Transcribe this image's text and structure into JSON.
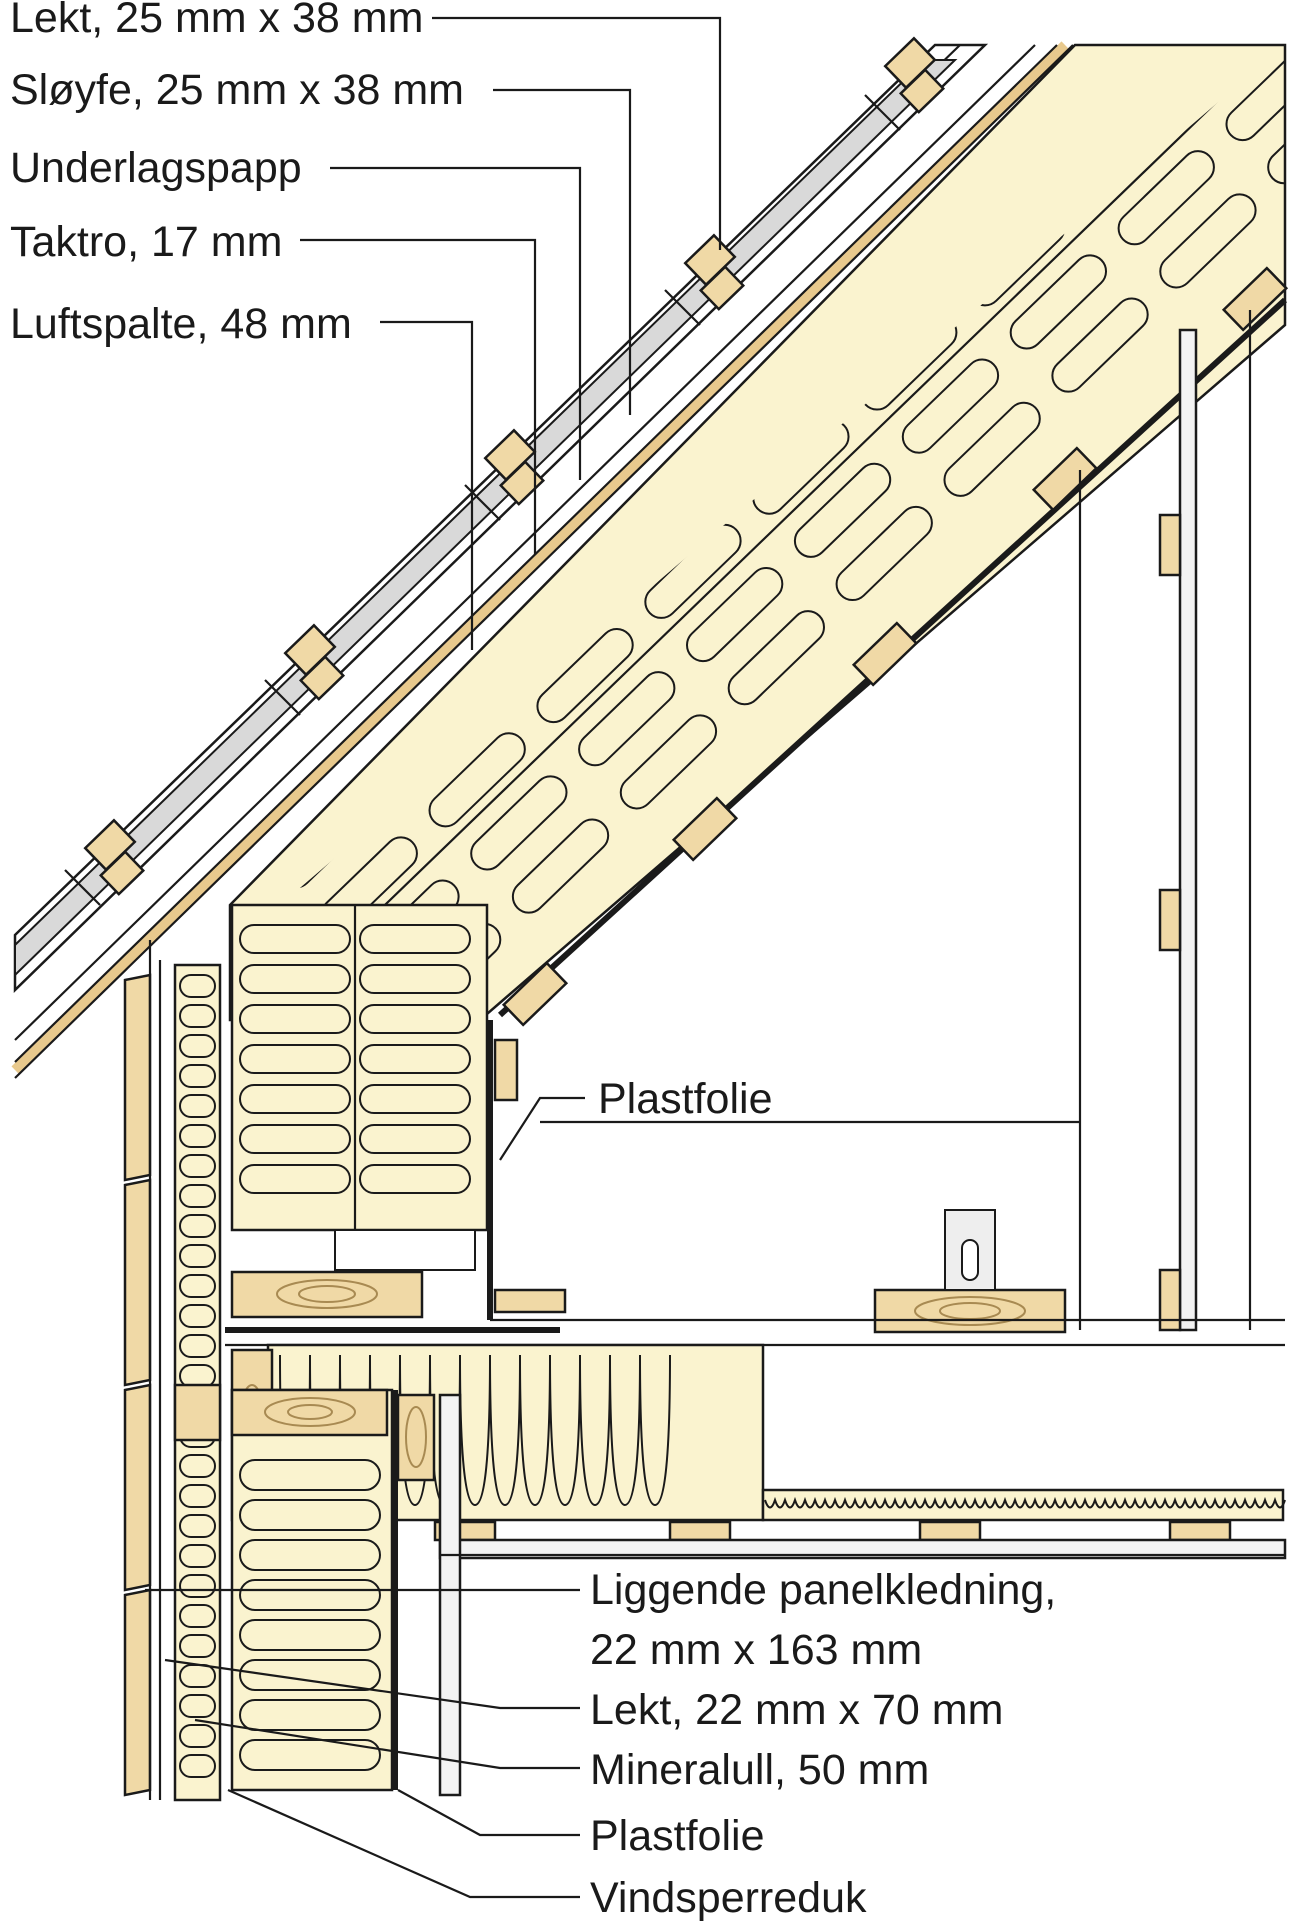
{
  "labels": {
    "lekt_roof": "Lekt, 25 mm x 38 mm",
    "sloyfe": "Sløyfe, 25 mm x 38 mm",
    "underlagspapp": "Underlagspapp",
    "taktro": "Taktro, 17 mm",
    "luftspalte": "Luftspalte, 48 mm",
    "plastfolie_top": "Plastfolie",
    "panel_line1": "Liggende panelkledning,",
    "panel_line2": "22 mm x 163 mm",
    "lekt_wall": "Lekt,  22 mm x 70 mm",
    "mineralull": "Mineralull, 50 mm",
    "plastfolie_bottom": "Plastfolie",
    "vindsperreduk": "Vindsperreduk"
  },
  "colors": {
    "insulation": "#faf3cf",
    "timber": "#f0d9a6",
    "line": "#1a1a1a"
  }
}
